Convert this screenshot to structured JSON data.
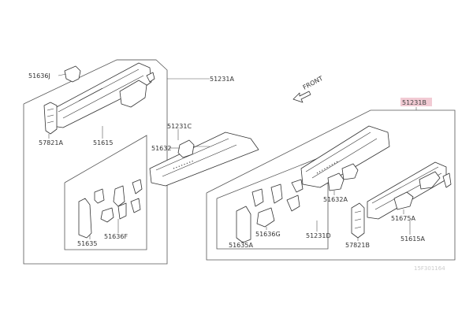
{
  "diagram": {
    "arrow_label": "FRONT",
    "corner_code": "15F301164",
    "colors": {
      "line": "#555555",
      "part": "#333333",
      "highlight": "#e8a0b0"
    },
    "labels": {
      "p51636j": "51636J",
      "p57821a": "57821A",
      "p51615": "51615",
      "p51231a": "51231A",
      "p51231c": "51231C",
      "p51632": "51632",
      "p51635": "51635",
      "p51636f": "51636F",
      "p51231b": "51231B",
      "p51632a": "51632A",
      "p51231d": "51231D",
      "p51636g": "51636G",
      "p51635a": "51635A",
      "p57821b": "57821B",
      "p51675a": "51675A",
      "p51615a": "51615A"
    }
  }
}
